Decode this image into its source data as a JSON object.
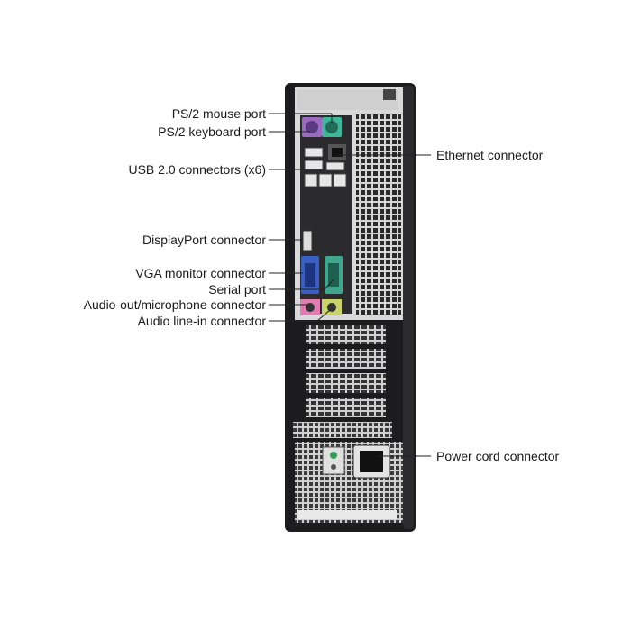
{
  "callouts": {
    "ps2_mouse": "PS/2 mouse port",
    "ps2_keyboard": "PS/2 keyboard port",
    "usb": "USB 2.0 connectors (x6)",
    "displayport": "DisplayPort connector",
    "vga": "VGA monitor connector",
    "serial": "Serial port",
    "audio_out": "Audio-out/microphone connector",
    "audio_in": "Audio line-in connector",
    "ethernet": "Ethernet connector",
    "power": "Power cord connector"
  },
  "colors": {
    "chassis": "#1c1c1e",
    "panel": "#d9d9d9",
    "mesh_hole": "#2a2a2a",
    "ps2_mouse": "#3fb89a",
    "ps2_keyboard": "#9b6bc4",
    "vga": "#3a5fc2",
    "serial": "#3fa78e",
    "audio_pink": "#e07cb0",
    "audio_lime": "#c9d36a",
    "leader": "#222222"
  }
}
